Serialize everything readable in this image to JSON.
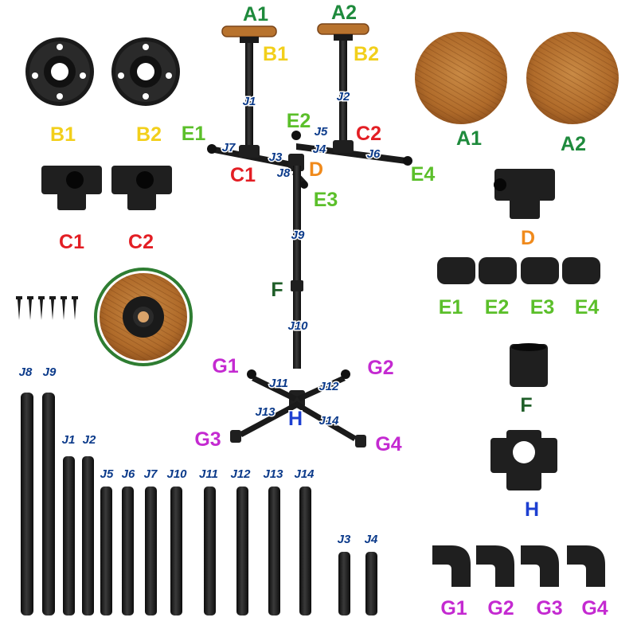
{
  "colors": {
    "green_dark": "#1e8a3c",
    "yellow": "#f2cf1b",
    "red": "#e31e24",
    "orange": "#f08a1c",
    "green_light": "#5bbf2a",
    "dark_green": "#1f5e28",
    "magenta": "#c42ad1",
    "blue": "#1d3fd1",
    "j_label": "#0b3a8a",
    "wood": "#b8732e",
    "pipe": "#1c1c1c"
  },
  "parts": {
    "floor_flanges": [
      "B1",
      "B2"
    ],
    "tees": [
      "C1",
      "C2"
    ],
    "wood_tops": [
      "A1",
      "A2"
    ],
    "cross_tee": "D",
    "end_caps": [
      "E1",
      "E2",
      "E3",
      "E4"
    ],
    "coupling": "F",
    "cross_fitting": "H",
    "elbows": [
      "G1",
      "G2",
      "G3",
      "G4"
    ],
    "pipes_long": [
      "J8",
      "J9"
    ],
    "pipes_mid": [
      "J1",
      "J2"
    ],
    "pipes_short": [
      "J5",
      "J6",
      "J7",
      "J10",
      "J11",
      "J12",
      "J13",
      "J14"
    ],
    "pipes_nipple": [
      "J3",
      "J4"
    ]
  },
  "assembly": {
    "tops": [
      "A1",
      "A2"
    ],
    "flanges": [
      "B1",
      "B2"
    ],
    "uprights": [
      "J1",
      "J2"
    ],
    "arms": [
      "J7",
      "J6",
      "J5",
      "J4",
      "J3",
      "J8"
    ],
    "tees": [
      "C1",
      "C2",
      "D"
    ],
    "caps": [
      "E1",
      "E2",
      "E3",
      "E4"
    ],
    "column": [
      "J9",
      "F",
      "J10"
    ],
    "legs": [
      "J11",
      "J12",
      "J13",
      "J14"
    ],
    "base_center": "H",
    "feet": [
      "G1",
      "G2",
      "G3",
      "G4"
    ]
  }
}
